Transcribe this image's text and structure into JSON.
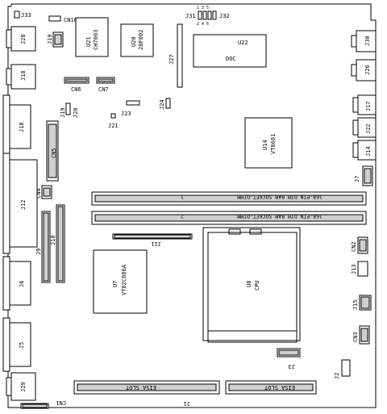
{
  "labels": {
    "j33": "J33",
    "cn10": "CN10",
    "j31": "J31",
    "j32": "J32",
    "j31_pins": "1 3 5",
    "j31_pins2": "2 4 6",
    "j28": "J28",
    "j18_top": "J18",
    "j19": "J19",
    "u21": "U21",
    "u21_part": "CH7003",
    "u20": "U20",
    "u20_part": "28F002",
    "u22": "U22",
    "doc": "DOC",
    "j27": "J27",
    "j30": "J30",
    "j26": "J26",
    "cn6": "CN6",
    "cn7": "CN7",
    "j23": "J23",
    "j24": "J24",
    "j21": "J21",
    "j20": "J20",
    "j17": "J17",
    "j18": "J18",
    "cn5": "CN5",
    "u14": "U14",
    "u14_part": "VT8601",
    "j22": "J22",
    "j14": "J14",
    "j7": "J7",
    "cn4": "CN4",
    "j12": "J12",
    "dimm1": "168-PIN DIM RAM SOCKET-DIMM",
    "dimm1_num": "1",
    "dimm2": "168-PIN DIM RAM SOCKET-DIMM",
    "dimm2_num": "2",
    "j11": "J11",
    "j9": "J9",
    "j10": "J10",
    "cn2": "CN2",
    "j13": "J13",
    "u7": "U7",
    "u7_part": "VT82C686A",
    "u8": "U8",
    "u8_part": "CPU",
    "j6": "J6",
    "j15": "J15",
    "cn3": "CN3",
    "j5": "J5",
    "j3": "J3",
    "j2": "J2",
    "j29": "J29",
    "eisa1": "EISA SLOT",
    "eisa2": "EISA SLOT",
    "j1": "J1",
    "cn1": "CN1"
  }
}
